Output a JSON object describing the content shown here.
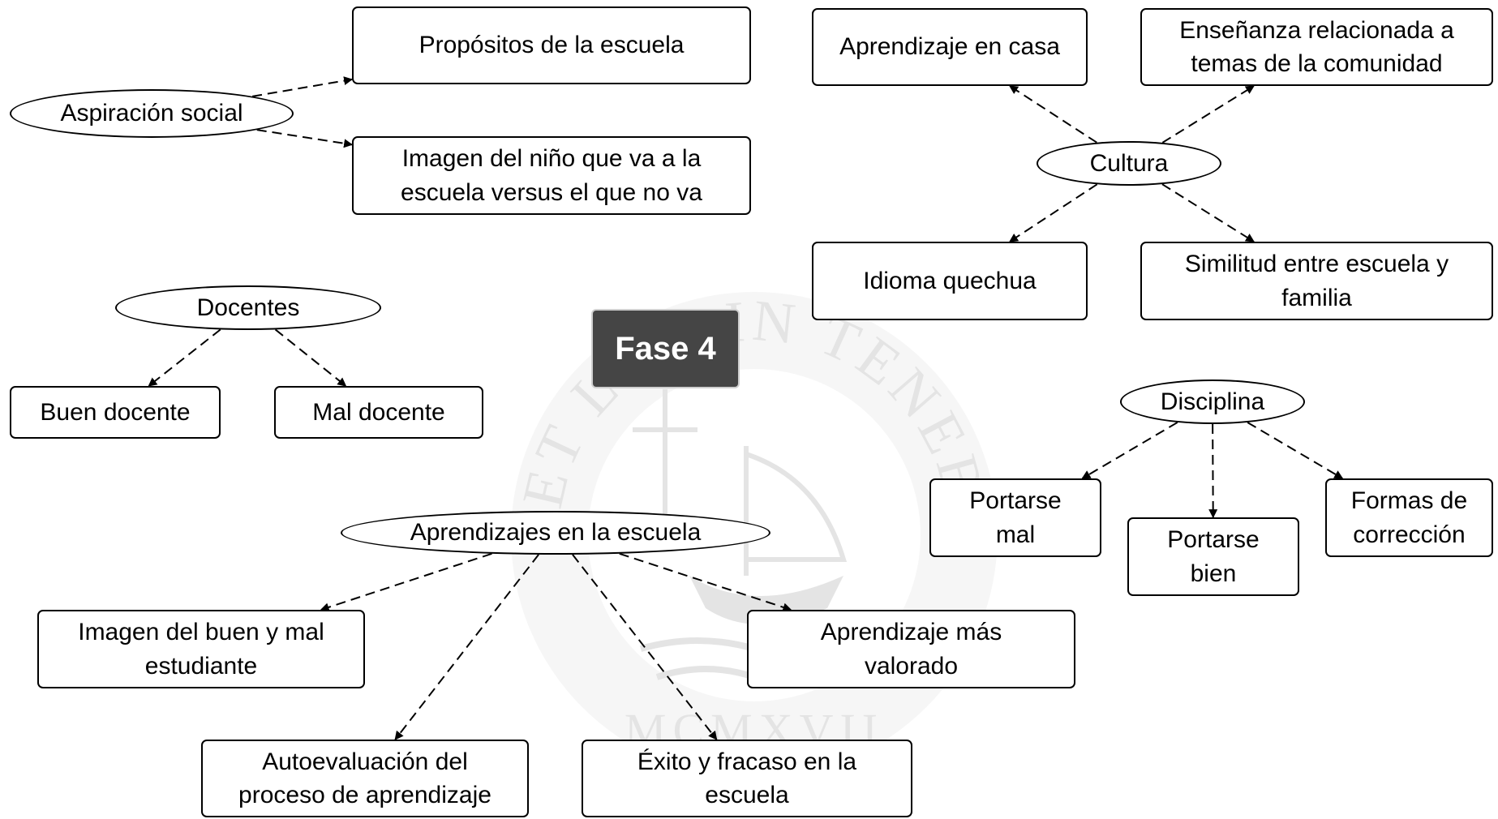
{
  "badge": "Fase 4",
  "watermark": {
    "top_text": "TENEBRIS LUCET",
    "side_text": "ET LUX",
    "bottom_text": "MCMXVII"
  },
  "nodes": {
    "aspiracion_social": "Aspiración social",
    "propositos": "Propósitos de la escuela",
    "imagen_nino": "Imagen del niño que va a la\nescuela versus el que no va",
    "docentes": "Docentes",
    "buen_docente": "Buen docente",
    "mal_docente": "Mal docente",
    "aprendizajes_escuela": "Aprendizajes en la escuela",
    "imagen_estudiante": "Imagen del buen y mal\nestudiante",
    "autoevaluacion": "Autoevaluación del\nproceso de aprendizaje",
    "exito_fracaso": "Éxito y fracaso en la\nescuela",
    "aprendizaje_valorado": "Aprendizaje más\nvalorado",
    "cultura": "Cultura",
    "aprendizaje_casa": "Aprendizaje en casa",
    "ensenanza_comunidad": "Enseñanza relacionada a\ntemas de la comunidad",
    "idioma_quechua": "Idioma quechua",
    "similitud": "Similitud entre escuela y\nfamilia",
    "disciplina": "Disciplina",
    "portarse_mal": "Portarse\nmal",
    "portarse_bien": "Portarse\nbien",
    "formas_correccion": "Formas de\ncorrección"
  },
  "edges": [
    [
      "aspiracion_social",
      "propositos"
    ],
    [
      "aspiracion_social",
      "imagen_nino"
    ],
    [
      "docentes",
      "buen_docente"
    ],
    [
      "docentes",
      "mal_docente"
    ],
    [
      "aprendizajes_escuela",
      "imagen_estudiante"
    ],
    [
      "aprendizajes_escuela",
      "autoevaluacion"
    ],
    [
      "aprendizajes_escuela",
      "exito_fracaso"
    ],
    [
      "aprendizajes_escuela",
      "aprendizaje_valorado"
    ],
    [
      "cultura",
      "aprendizaje_casa"
    ],
    [
      "cultura",
      "ensenanza_comunidad"
    ],
    [
      "cultura",
      "idioma_quechua"
    ],
    [
      "cultura",
      "similitud"
    ],
    [
      "disciplina",
      "portarse_mal"
    ],
    [
      "disciplina",
      "portarse_bien"
    ],
    [
      "disciplina",
      "formas_correccion"
    ]
  ],
  "colors": {
    "line": "#000000",
    "badge_background": "#454545",
    "badge_text": "#ffffff",
    "watermark": "#9a9a9a"
  }
}
